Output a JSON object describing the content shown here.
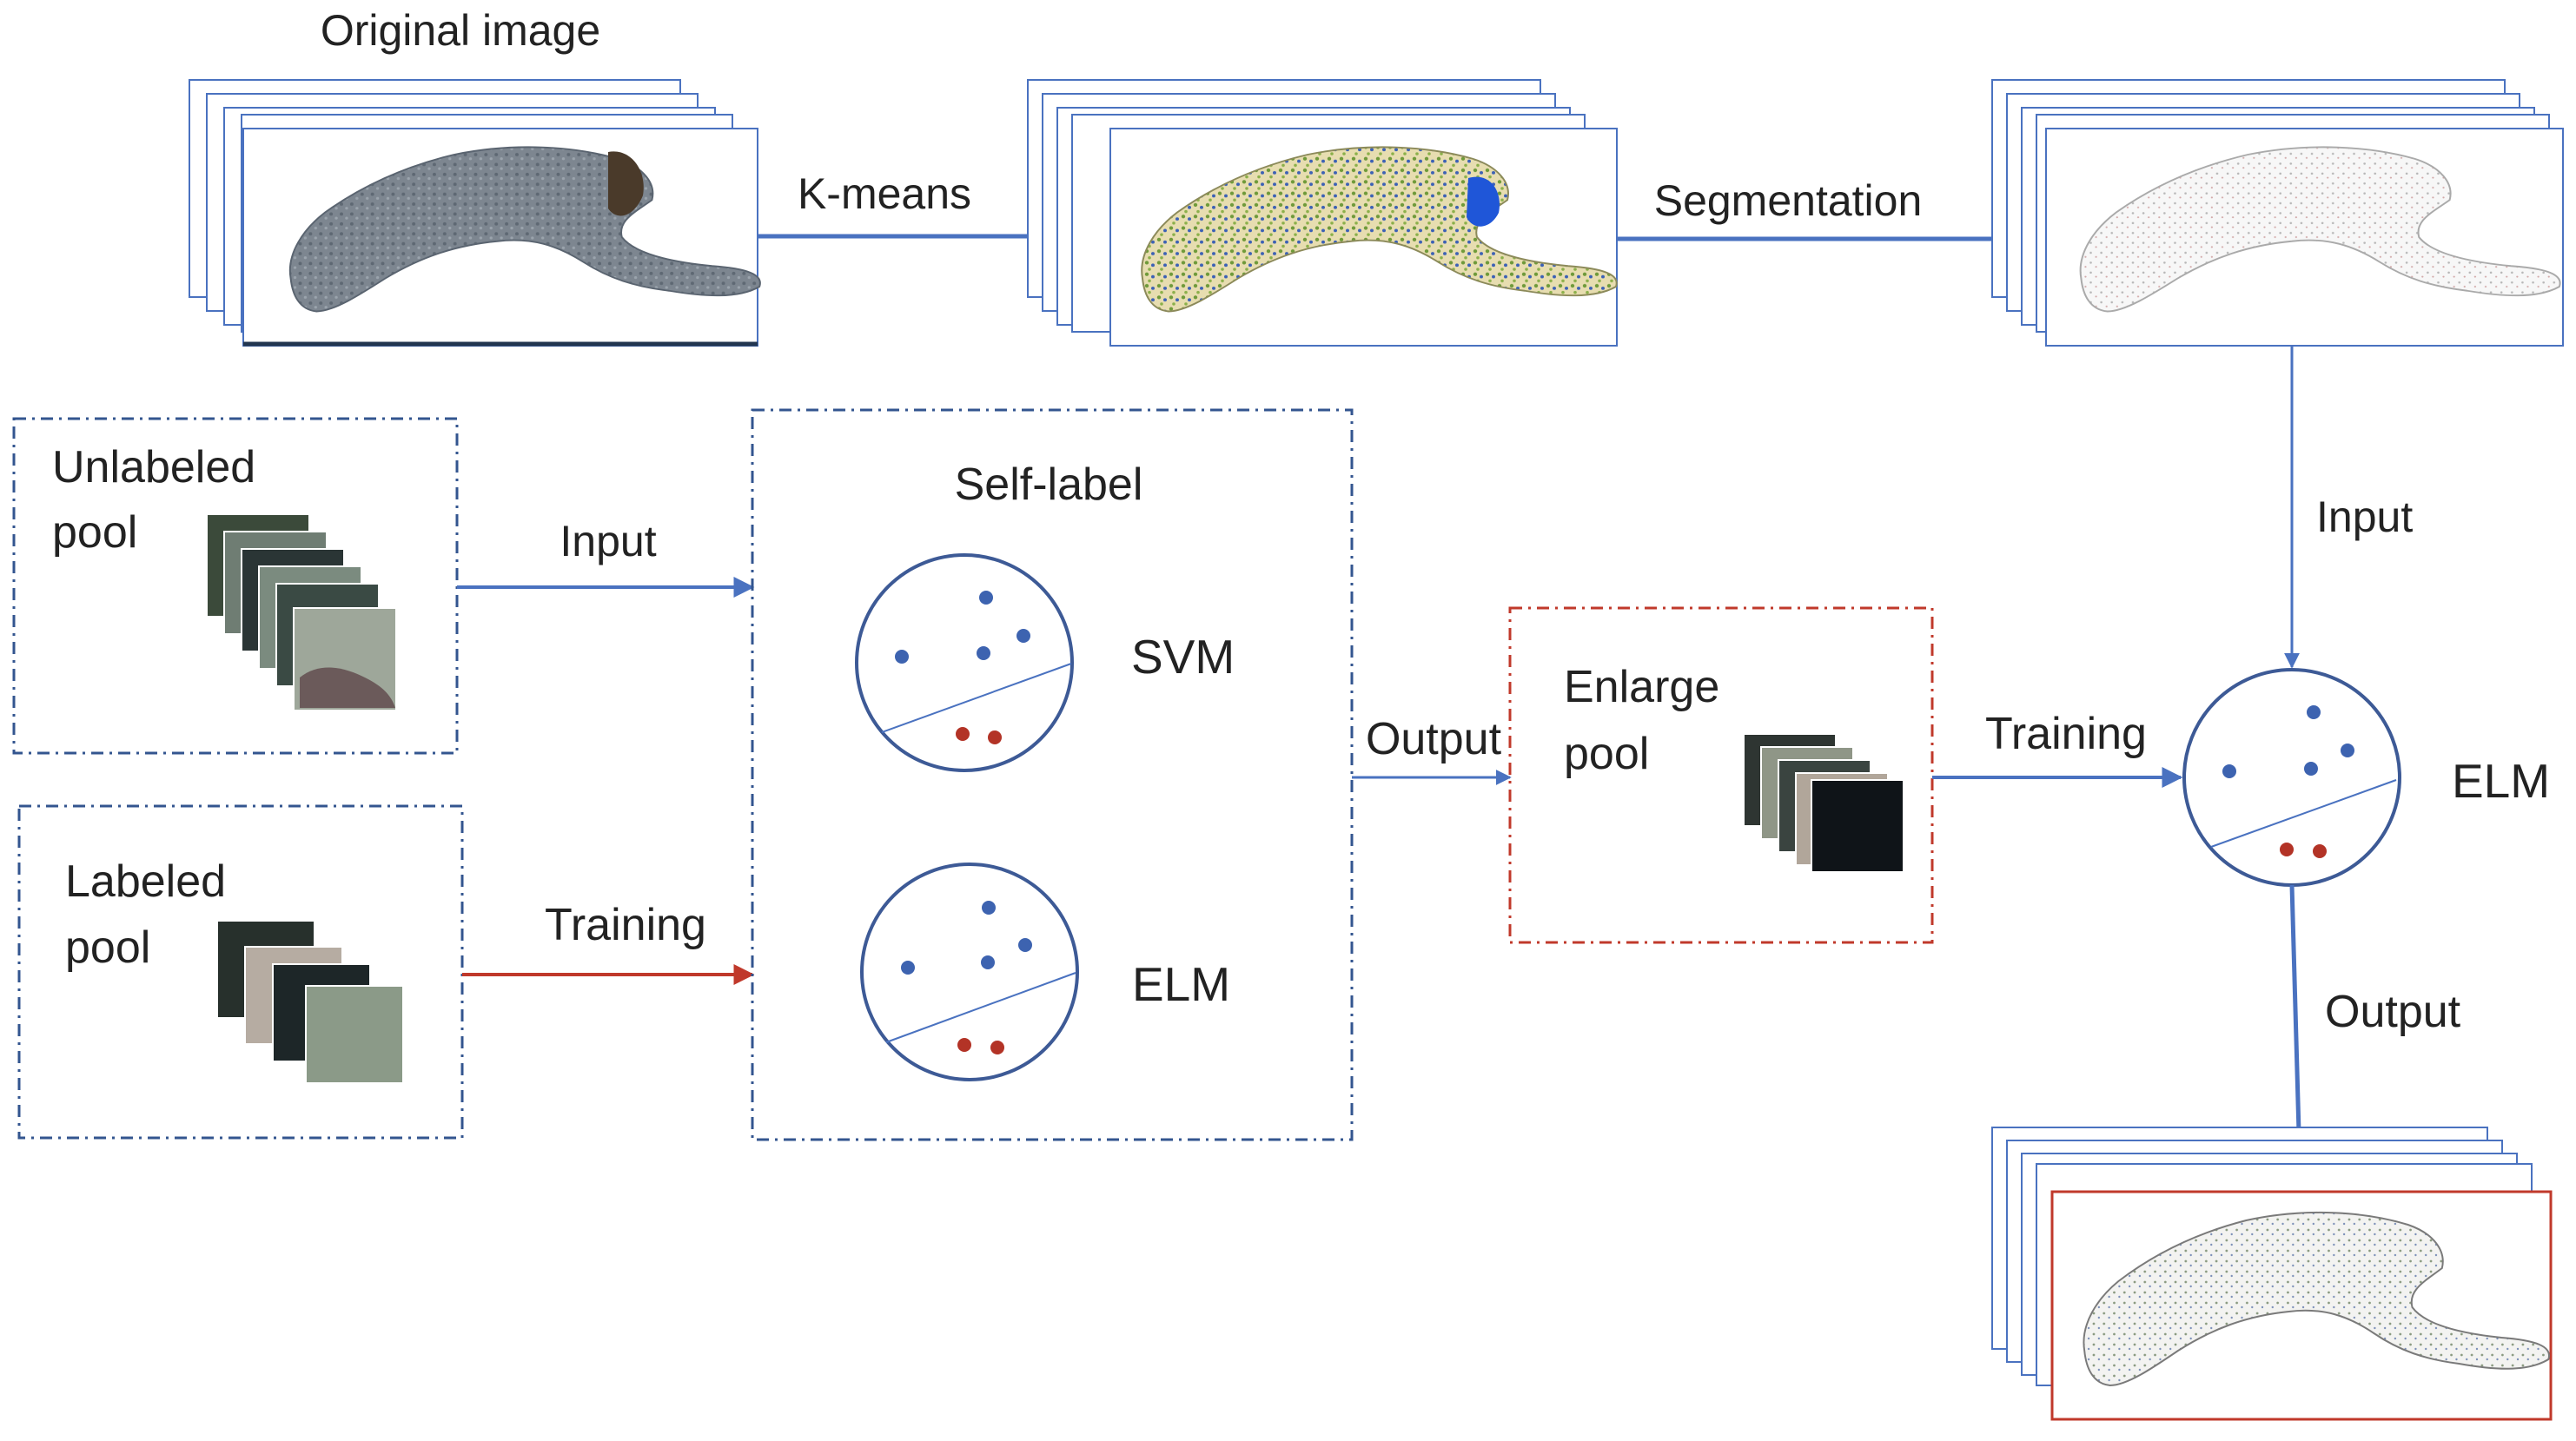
{
  "labels": {
    "original_image": "Original image",
    "kmeans": "K-means",
    "segmentation": "Segmentation",
    "unlabeled_pool_line1": "Unlabeled",
    "unlabeled_pool_line2": "pool",
    "labeled_pool_line1": "Labeled",
    "labeled_pool_line2": "pool",
    "input_left": "Input",
    "training_left": "Training",
    "self_label": "Self-label",
    "svm": "SVM",
    "elm_inner": "ELM",
    "output_mid": "Output",
    "enlarge_pool_line1": "Enlarge",
    "enlarge_pool_line2": "pool",
    "training_right": "Training",
    "input_right": "Input",
    "elm_right": "ELM",
    "output_right": "Output"
  },
  "colors": {
    "blue": "#4a72c0",
    "dark_blue": "#33558f",
    "red": "#c0392b",
    "dot_red": "#b33326",
    "dot_blue": "#3d63b0",
    "text": "#222222"
  }
}
